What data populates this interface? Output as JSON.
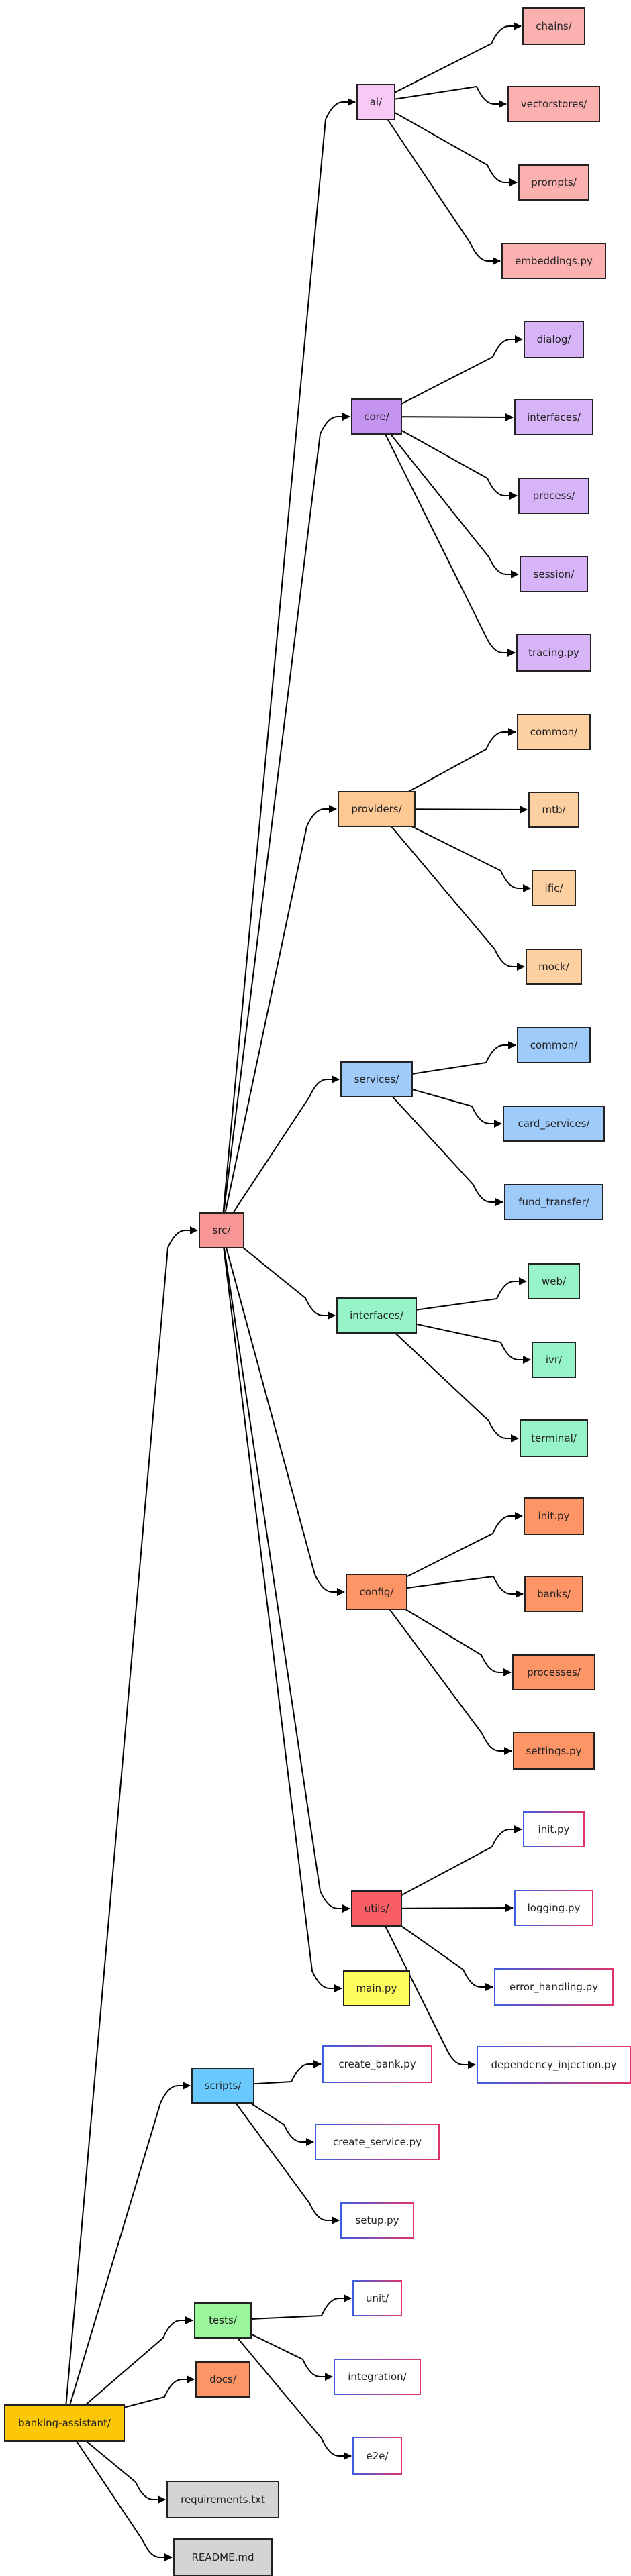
{
  "colors": {
    "root": "#fcc707",
    "src": "#f89595",
    "ai": "#f9c9f6",
    "ai_child": "#fcb1b1",
    "core": "#c493f0",
    "core_child": "#d7b3f7",
    "providers": "#fdc894",
    "providers_child": "#fdd0a2",
    "services": "#9ecbf9",
    "interfaces": "#96f4c8",
    "config": "#fd9567",
    "utils": "#f95e66",
    "main": "#fdfd5e",
    "scripts": "#6ac9fc",
    "tests": "#9bf59a",
    "docs": "#fd9567",
    "file": "#d4d4d4",
    "outline_left": "#3d5de0",
    "outline_right": "#e0336a",
    "edge": "#000000"
  },
  "nodes": [
    {
      "id": "root",
      "label": "banking-assistant/",
      "style": "root",
      "parent": ""
    },
    {
      "id": "src",
      "label": "src/",
      "style": "src",
      "parent": "root"
    },
    {
      "id": "scripts",
      "label": "scripts/",
      "style": "scripts",
      "parent": "root"
    },
    {
      "id": "tests",
      "label": "tests/",
      "style": "tests",
      "parent": "root"
    },
    {
      "id": "docs",
      "label": "docs/",
      "style": "docs",
      "parent": "root"
    },
    {
      "id": "requirements",
      "label": "requirements.txt",
      "style": "file",
      "parent": "root"
    },
    {
      "id": "readme",
      "label": "README.md",
      "style": "file",
      "parent": "root"
    },
    {
      "id": "ai",
      "label": "ai/",
      "style": "ai",
      "parent": "src"
    },
    {
      "id": "core",
      "label": "core/",
      "style": "core",
      "parent": "src"
    },
    {
      "id": "providers",
      "label": "providers/",
      "style": "providers",
      "parent": "src"
    },
    {
      "id": "services",
      "label": "services/",
      "style": "services",
      "parent": "src"
    },
    {
      "id": "interfaces",
      "label": "interfaces/",
      "style": "interfaces",
      "parent": "src"
    },
    {
      "id": "config",
      "label": "config/",
      "style": "config",
      "parent": "src"
    },
    {
      "id": "utils",
      "label": "utils/",
      "style": "utils",
      "parent": "src"
    },
    {
      "id": "main",
      "label": "main.py",
      "style": "main",
      "parent": "src"
    },
    {
      "id": "chains",
      "label": "chains/",
      "style": "ai_child",
      "parent": "ai"
    },
    {
      "id": "vectorstores",
      "label": "vectorstores/",
      "style": "ai_child",
      "parent": "ai"
    },
    {
      "id": "prompts",
      "label": "prompts/",
      "style": "ai_child",
      "parent": "ai"
    },
    {
      "id": "embeddings",
      "label": "embeddings.py",
      "style": "ai_child",
      "parent": "ai"
    },
    {
      "id": "dialog",
      "label": "dialog/",
      "style": "core_child",
      "parent": "core"
    },
    {
      "id": "core_interfaces",
      "label": "interfaces/",
      "style": "core_child",
      "parent": "core"
    },
    {
      "id": "process",
      "label": "process/",
      "style": "core_child",
      "parent": "core"
    },
    {
      "id": "session",
      "label": "session/",
      "style": "core_child",
      "parent": "core"
    },
    {
      "id": "tracing",
      "label": "tracing.py",
      "style": "core_child",
      "parent": "core"
    },
    {
      "id": "prov_common",
      "label": "common/",
      "style": "providers_child",
      "parent": "providers"
    },
    {
      "id": "mtb",
      "label": "mtb/",
      "style": "providers_child",
      "parent": "providers"
    },
    {
      "id": "ific",
      "label": "ific/",
      "style": "providers_child",
      "parent": "providers"
    },
    {
      "id": "mock",
      "label": "mock/",
      "style": "providers_child",
      "parent": "providers"
    },
    {
      "id": "svc_common",
      "label": "common/",
      "style": "services",
      "parent": "services"
    },
    {
      "id": "card_services",
      "label": "card_services/",
      "style": "services",
      "parent": "services"
    },
    {
      "id": "fund_transfer",
      "label": "fund_transfer/",
      "style": "services",
      "parent": "services"
    },
    {
      "id": "web",
      "label": "web/",
      "style": "interfaces",
      "parent": "interfaces"
    },
    {
      "id": "ivr",
      "label": "ivr/",
      "style": "interfaces",
      "parent": "interfaces"
    },
    {
      "id": "terminal",
      "label": "terminal/",
      "style": "interfaces",
      "parent": "interfaces"
    },
    {
      "id": "config_init",
      "label": "init.py",
      "style": "config",
      "parent": "config"
    },
    {
      "id": "banks",
      "label": "banks/",
      "style": "config",
      "parent": "config"
    },
    {
      "id": "processes",
      "label": "processes/",
      "style": "config",
      "parent": "config"
    },
    {
      "id": "settings",
      "label": "settings.py",
      "style": "config",
      "parent": "config"
    },
    {
      "id": "utils_init",
      "label": "init.py",
      "style": "outline",
      "parent": "utils"
    },
    {
      "id": "logging",
      "label": "logging.py",
      "style": "outline",
      "parent": "utils"
    },
    {
      "id": "error_handling",
      "label": "error_handling.py",
      "style": "outline",
      "parent": "utils"
    },
    {
      "id": "dependency_injection",
      "label": "dependency_injection.py",
      "style": "outline",
      "parent": "utils"
    },
    {
      "id": "create_bank",
      "label": "create_bank.py",
      "style": "outline",
      "parent": "scripts"
    },
    {
      "id": "create_service",
      "label": "create_service.py",
      "style": "outline",
      "parent": "scripts"
    },
    {
      "id": "setup",
      "label": "setup.py",
      "style": "outline",
      "parent": "scripts"
    },
    {
      "id": "unit",
      "label": "unit/",
      "style": "outline",
      "parent": "tests"
    },
    {
      "id": "integration",
      "label": "integration/",
      "style": "outline",
      "parent": "tests"
    },
    {
      "id": "e2e",
      "label": "e2e/",
      "style": "outline",
      "parent": "tests"
    }
  ]
}
